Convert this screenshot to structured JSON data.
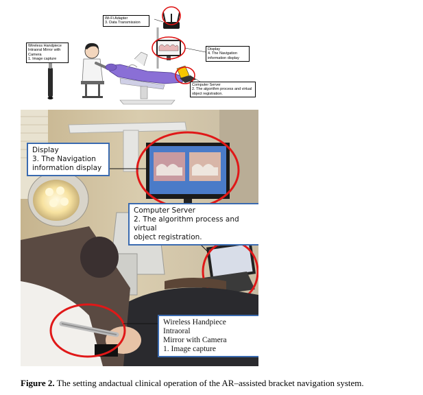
{
  "diagram": {
    "labels": {
      "wifi": [
        "Wi-Fi Adapter",
        "3. Data Transmission"
      ],
      "display": [
        "Display",
        "4. The Navigation",
        "information display"
      ],
      "handpiece": [
        "Wireless Handpiece",
        "Intraoral Mirror with",
        "Camera",
        "1. Image capture"
      ],
      "server": [
        "Computer Server",
        "2. The algorithm process and virtual",
        "object registration."
      ]
    }
  },
  "photo": {
    "callouts": {
      "display": [
        "Display",
        "3. The Navigation",
        "information display"
      ],
      "server": [
        "Computer Server",
        "2. The algorithm process and virtual",
        "object registration."
      ],
      "handpiece": [
        "Wireless Handpiece Intraoral",
        "Mirror with Camera",
        "1. Image capture"
      ]
    },
    "colors": {
      "callout_border": "#3a6ab0",
      "highlight_ring": "#e01818"
    }
  },
  "caption": {
    "label": "Figure 2.",
    "text": " The setting andactual clinical operation of the AR–assisted bracket navigation system."
  }
}
